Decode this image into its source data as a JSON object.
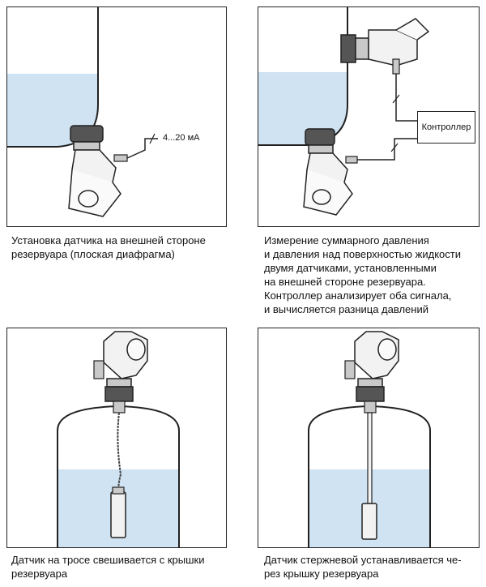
{
  "colors": {
    "liquid": "#cfe3f3",
    "outline": "#222222",
    "sensor_gray": "#c9c9c9",
    "sensor_dark": "#555555",
    "background": "#ffffff"
  },
  "panels": [
    {
      "caption": "Установка датчика на внешней стороне\nрезервуара (плоская диафрагма)",
      "signal_label": "4...20 мА"
    },
    {
      "caption": "Измерение суммарного давления\nи давления над поверхностью жидкости\nдвумя датчиками, установленными\nна внешней стороне резервуара.\nКонтроллер анализирует оба сигнала,\nи вычисляется разница давлений",
      "controller_label": "Контроллер"
    },
    {
      "caption": "Датчик на тросе свешивается с крышки\nрезервуара"
    },
    {
      "caption": "Датчик стержневой устанавливается че-\nрез крышку резервуара"
    }
  ]
}
